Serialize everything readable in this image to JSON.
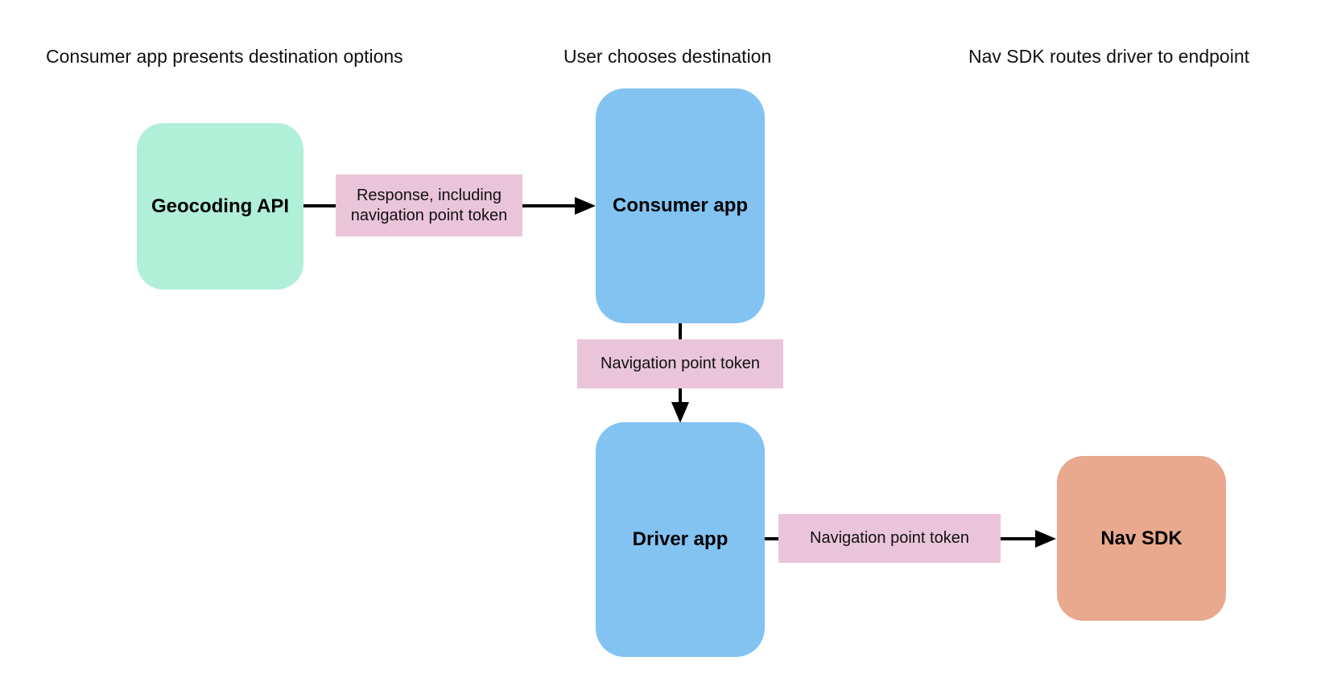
{
  "diagram": {
    "stage_titles": [
      "Consumer app presents destination options",
      "User chooses destination",
      "Nav SDK routes driver to endpoint"
    ],
    "nodes": {
      "geocoding_api": {
        "label": "Geocoding API",
        "fill": "#b0f0d8"
      },
      "consumer_app": {
        "label": "Consumer app",
        "fill": "#82c3f2"
      },
      "driver_app": {
        "label": "Driver app",
        "fill": "#82c3f2"
      },
      "nav_sdk": {
        "label": "Nav SDK",
        "fill": "#e9a98e"
      }
    },
    "edge_labels": {
      "response_token": {
        "text": "Response, including navigation point token",
        "fill": "#eac5d9"
      },
      "nav_point_token_1": {
        "text": "Navigation point token",
        "fill": "#eac5d9"
      },
      "nav_point_token_2": {
        "text": "Navigation point token",
        "fill": "#eac5d9"
      }
    },
    "colors": {
      "arrow": "#000000",
      "text": "#111111",
      "background": "#ffffff"
    }
  }
}
